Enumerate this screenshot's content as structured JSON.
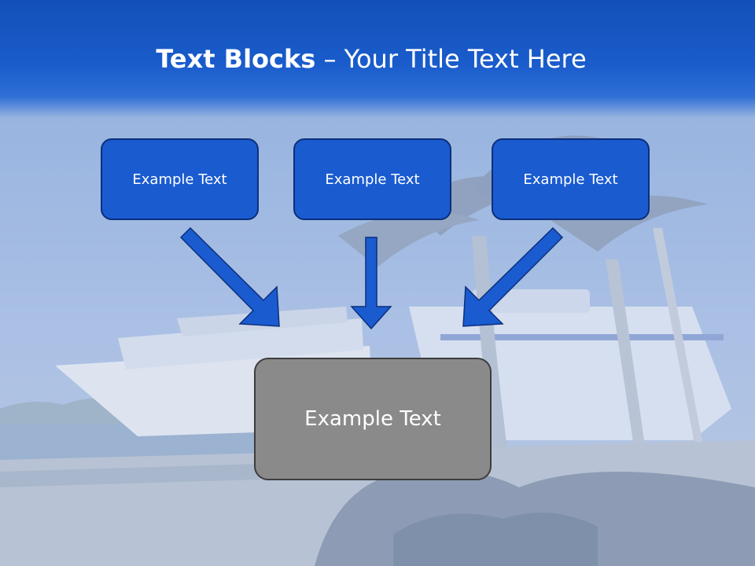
{
  "title": {
    "bold": "Text Blocks",
    "dash": " – ",
    "rest": "Your Title Text Here"
  },
  "input_blocks": [
    {
      "label": "Example Text"
    },
    {
      "label": "Example Text"
    },
    {
      "label": "Example Text"
    }
  ],
  "result_block": {
    "label": "Example Text"
  },
  "colors": {
    "title_band": "#1a5ccc",
    "block_fill": "#1a5bd0",
    "block_border": "#0c2f7a",
    "arrow_fill": "#1a5bd0",
    "result_fill": "#8a8a8a",
    "result_border": "#3d3d3d"
  }
}
